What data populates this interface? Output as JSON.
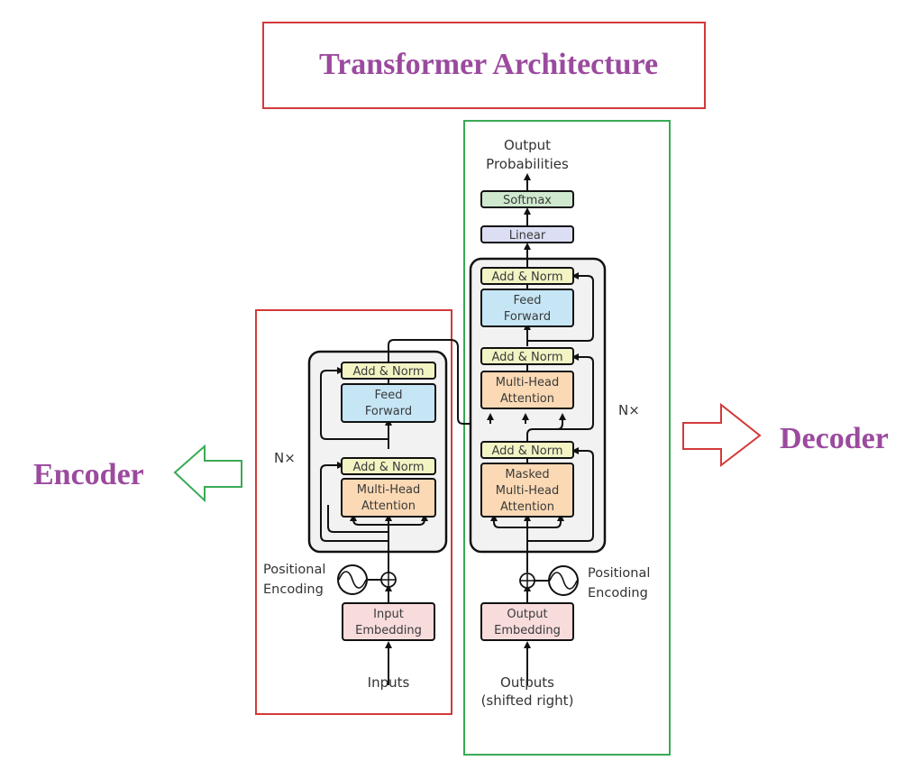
{
  "title": "Transformer Architecture",
  "side_labels": {
    "encoder": "Encoder",
    "decoder": "Decoder"
  },
  "colors": {
    "title_text": "#9b4a9e",
    "encoder_frame": "#d23a3a",
    "decoder_frame": "#3aaa55",
    "encoder_arrow": "#3aaa55",
    "decoder_arrow": "#d23a3a",
    "add_norm": "#f3f4c4",
    "feed_forward": "#c6e6f6",
    "attention": "#fbd9b4",
    "embedding": "#f8dcdc",
    "linear": "#dcdff3",
    "softmax": "#cfe9cf",
    "stack_bg": "#f2f2f2"
  },
  "encoder": {
    "repeat_label": "N×",
    "add_norm_top": "Add & Norm",
    "feed_forward": [
      "Feed",
      "Forward"
    ],
    "add_norm_bottom": "Add & Norm",
    "attention": [
      "Multi-Head",
      "Attention"
    ],
    "positional_encoding": [
      "Positional",
      "Encoding"
    ],
    "embedding": [
      "Input",
      "Embedding"
    ],
    "input_label": "Inputs"
  },
  "decoder": {
    "output_label": [
      "Output",
      "Probabilities"
    ],
    "softmax": "Softmax",
    "linear": "Linear",
    "repeat_label": "N×",
    "add_norm_top": "Add & Norm",
    "feed_forward": [
      "Feed",
      "Forward"
    ],
    "add_norm_mid": "Add & Norm",
    "cross_attention": [
      "Multi-Head",
      "Attention"
    ],
    "add_norm_bottom": "Add & Norm",
    "masked_attention": [
      "Masked",
      "Multi-Head",
      "Attention"
    ],
    "positional_encoding": [
      "Positional",
      "Encoding"
    ],
    "embedding": [
      "Output",
      "Embedding"
    ],
    "input_label": [
      "Outputs",
      "(shifted right)"
    ]
  }
}
